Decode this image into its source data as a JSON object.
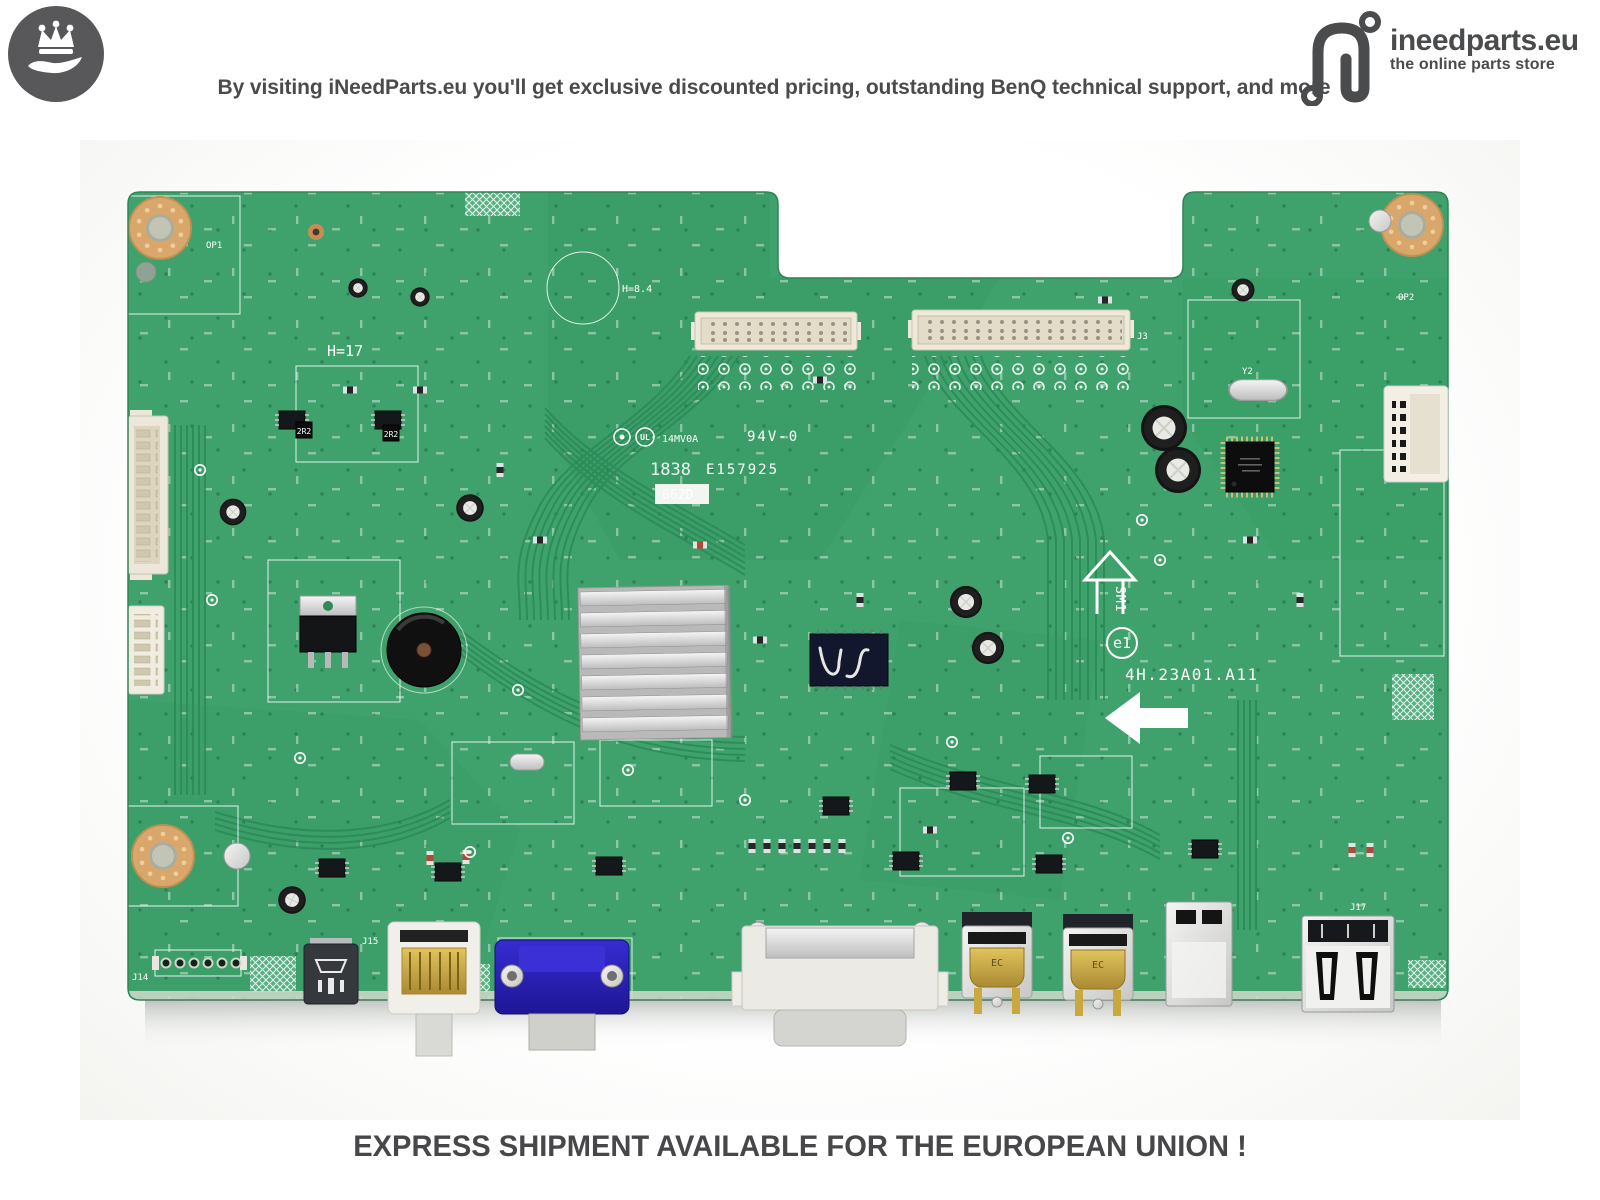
{
  "header": {
    "tagline": "By visiting iNeedParts.eu you'll get exclusive discounted pricing, outstanding BenQ technical support, and more"
  },
  "brand": {
    "name": "ineedparts.eu",
    "subtitle": "the online parts store"
  },
  "footer": {
    "message": "EXPRESS SHIPMENT AVAILABLE FOR THE EUROPEAN UNION !"
  },
  "board": {
    "markings": {
      "part_number": "4H.23A01.A11",
      "e1": "e1",
      "smt_arrow": "SM1",
      "ul_logo": "UL",
      "vendor_code": "14MV0A",
      "flammability": "94V-0",
      "date_code": "1838",
      "ul_file": "E157925",
      "stamp": "662D"
    },
    "labels": {
      "h17": "H=17",
      "h84": "H=8.4",
      "op1": "OP1",
      "op2": "OP2",
      "j3": "J3",
      "j14": "J14",
      "j15": "J15",
      "j17": "J17",
      "y2": "Y2",
      "ec": "EC",
      "inductor": "2R2"
    },
    "colors": {
      "pcb_green": "#3fa26c",
      "trace_green": "#2b8a57",
      "silkscreen": "#ffffff",
      "copper_pad": "#d9a76b",
      "vga_blue": "#2e24c4",
      "hdmi_gold": "#c9a43b",
      "connector_cream": "#ece7d9",
      "brand_gray": "#4a4b4d"
    }
  }
}
